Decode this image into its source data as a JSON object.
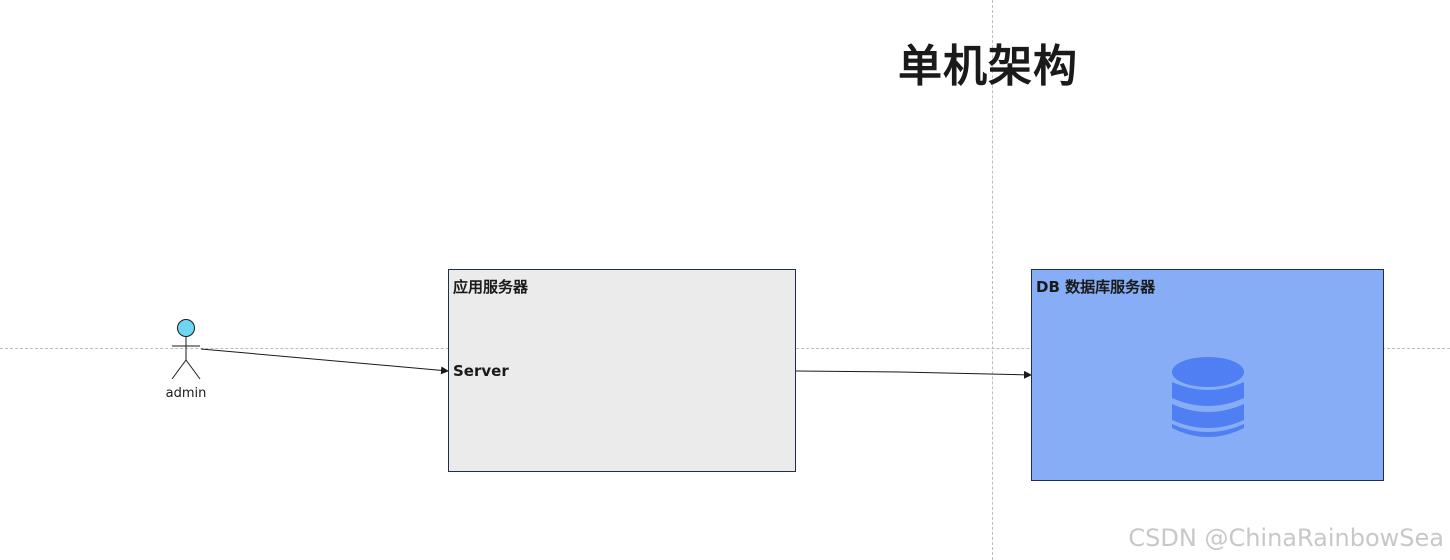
{
  "diagram": {
    "title": "单机架构",
    "actor": {
      "label": "admin",
      "fill_color": "#6fd6f2"
    },
    "nodes": {
      "app_server": {
        "label": "应用服务器",
        "inner_text": "Server",
        "fill_color": "#ebebeb"
      },
      "db_server": {
        "label": "DB 数据库服务器",
        "icon": "database-icon",
        "fill_color": "#86adf5",
        "icon_color": "#4f7ff2"
      }
    },
    "edges": [
      {
        "from": "admin",
        "to": "app_server"
      },
      {
        "from": "app_server",
        "to": "db_server"
      }
    ]
  },
  "watermark": "CSDN @ChinaRainbowSea"
}
